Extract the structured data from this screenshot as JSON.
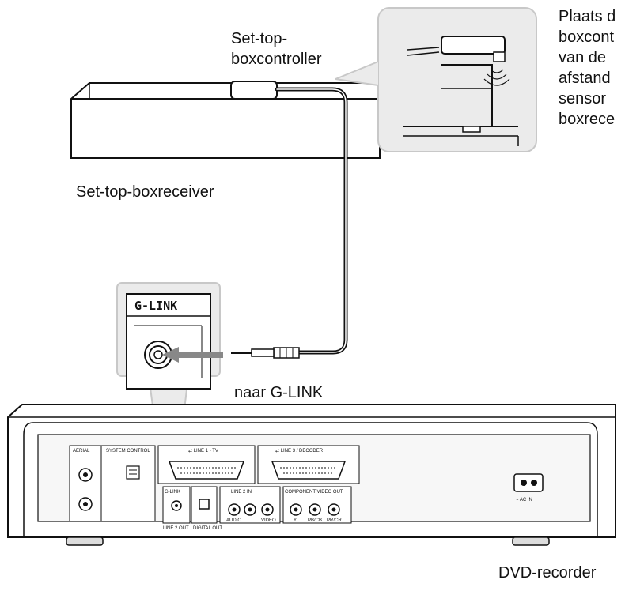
{
  "labels": {
    "controller": [
      "Set-top-",
      "boxcontroller"
    ],
    "receiver": "Set-top-boxreceiver",
    "instruction": [
      "Plaats d",
      "boxcont",
      "van de",
      "afstand",
      "sensor",
      "boxrece"
    ],
    "glink_port": "G-LINK",
    "to_glink": "naar G-LINK",
    "recorder": "DVD-recorder"
  },
  "panel_labels": {
    "aerial": "AERIAL",
    "system_control": "SYSTEM CONTROL",
    "line1": "⇄ LINE 1 - TV",
    "line3": "⇄ LINE 3 / DECODER",
    "glink_small": "G-LINK",
    "line2_in": "LINE 2 IN",
    "component": "COMPONENT VIDEO OUT",
    "line2_out": "LINE 2 OUT",
    "digital_out": "DIGITAL OUT",
    "audio": "AUDIO",
    "video": "VIDEO",
    "y": "Y",
    "pb": "PB/CB",
    "pr": "PR/CR",
    "ac_in": "~ AC IN"
  },
  "colors": {
    "line": "#111111",
    "inset_bg": "#ebebeb",
    "inset_border": "#c8c8c8",
    "panel": "#f4f4f4"
  }
}
